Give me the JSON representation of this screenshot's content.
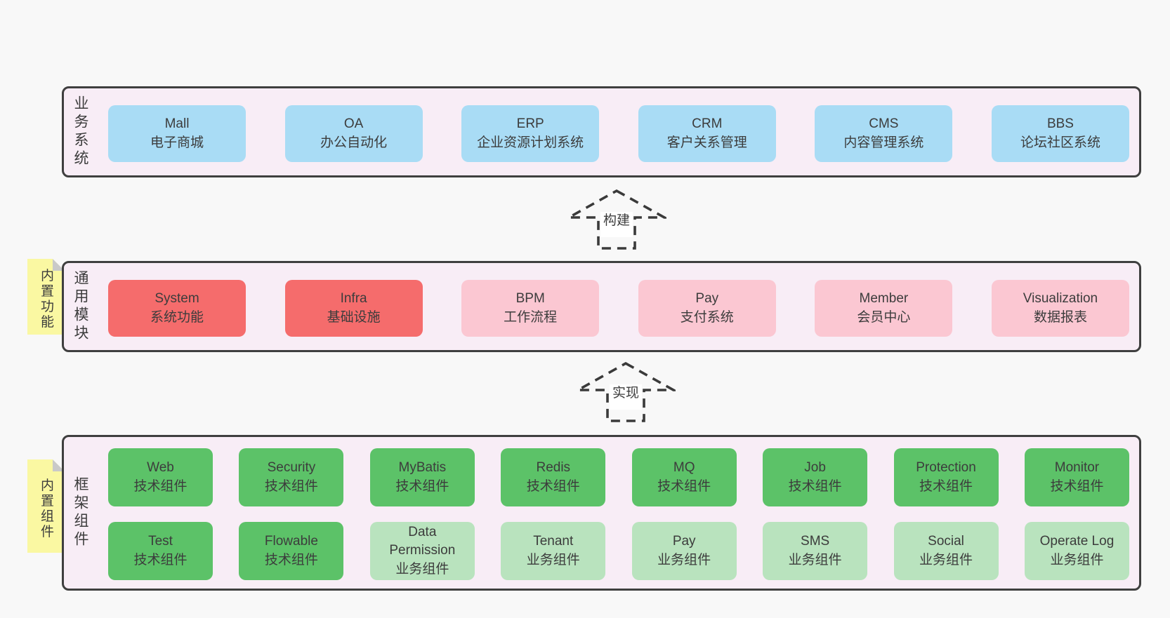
{
  "page": {
    "background": "#f8f8f8"
  },
  "colors": {
    "panel_bg": "#f8edf6",
    "panel_border": "#3f3f3f",
    "blue": "#a9dcf5",
    "red": "#f56c6c",
    "pink": "#fbc7d2",
    "green": "#5cc268",
    "green_light": "#b9e3be",
    "note_yellow": "#faf8a2",
    "note_fold_gray": "#c9c9c9",
    "text": "#3c3c3c"
  },
  "business": {
    "label": "业务系统",
    "items": [
      {
        "title": "Mall",
        "subtitle": "电子商城",
        "variant": "blue"
      },
      {
        "title": "OA",
        "subtitle": "办公自动化",
        "variant": "blue"
      },
      {
        "title": "ERP",
        "subtitle": "企业资源计划系统",
        "variant": "blue"
      },
      {
        "title": "CRM",
        "subtitle": "客户关系管理",
        "variant": "blue"
      },
      {
        "title": "CMS",
        "subtitle": "内容管理系统",
        "variant": "blue"
      },
      {
        "title": "BBS",
        "subtitle": "论坛社区系统",
        "variant": "blue"
      }
    ]
  },
  "arrows": [
    {
      "label": "构建"
    },
    {
      "label": "实现"
    }
  ],
  "modules": {
    "label": "通用模块",
    "note": "内置功能",
    "items": [
      {
        "title": "System",
        "subtitle": "系统功能",
        "variant": "red"
      },
      {
        "title": "Infra",
        "subtitle": "基础设施",
        "variant": "red"
      },
      {
        "title": "BPM",
        "subtitle": "工作流程",
        "variant": "pink"
      },
      {
        "title": "Pay",
        "subtitle": "支付系统",
        "variant": "pink"
      },
      {
        "title": "Member",
        "subtitle": "会员中心",
        "variant": "pink"
      },
      {
        "title": "Visualization",
        "subtitle": "数据报表",
        "variant": "pink"
      }
    ]
  },
  "framework": {
    "label": "框架组件",
    "note": "内置组件",
    "row1": [
      {
        "title": "Web",
        "subtitle": "技术组件",
        "variant": "green"
      },
      {
        "title": "Security",
        "subtitle": "技术组件",
        "variant": "green"
      },
      {
        "title": "MyBatis",
        "subtitle": "技术组件",
        "variant": "green"
      },
      {
        "title": "Redis",
        "subtitle": "技术组件",
        "variant": "green"
      },
      {
        "title": "MQ",
        "subtitle": "技术组件",
        "variant": "green"
      },
      {
        "title": "Job",
        "subtitle": "技术组件",
        "variant": "green"
      },
      {
        "title": "Protection",
        "subtitle": "技术组件",
        "variant": "green"
      },
      {
        "title": "Monitor",
        "subtitle": "技术组件",
        "variant": "green"
      }
    ],
    "row2": [
      {
        "title": "Test",
        "subtitle": "技术组件",
        "variant": "green"
      },
      {
        "title": "Flowable",
        "subtitle": "技术组件",
        "variant": "green"
      },
      {
        "title": "Data Permission",
        "subtitle": "业务组件",
        "variant": "green-light"
      },
      {
        "title": "Tenant",
        "subtitle": "业务组件",
        "variant": "green-light"
      },
      {
        "title": "Pay",
        "subtitle": "业务组件",
        "variant": "green-light"
      },
      {
        "title": "SMS",
        "subtitle": "业务组件",
        "variant": "green-light"
      },
      {
        "title": "Social",
        "subtitle": "业务组件",
        "variant": "green-light"
      },
      {
        "title": "Operate Log",
        "subtitle": "业务组件",
        "variant": "green-light"
      }
    ]
  }
}
